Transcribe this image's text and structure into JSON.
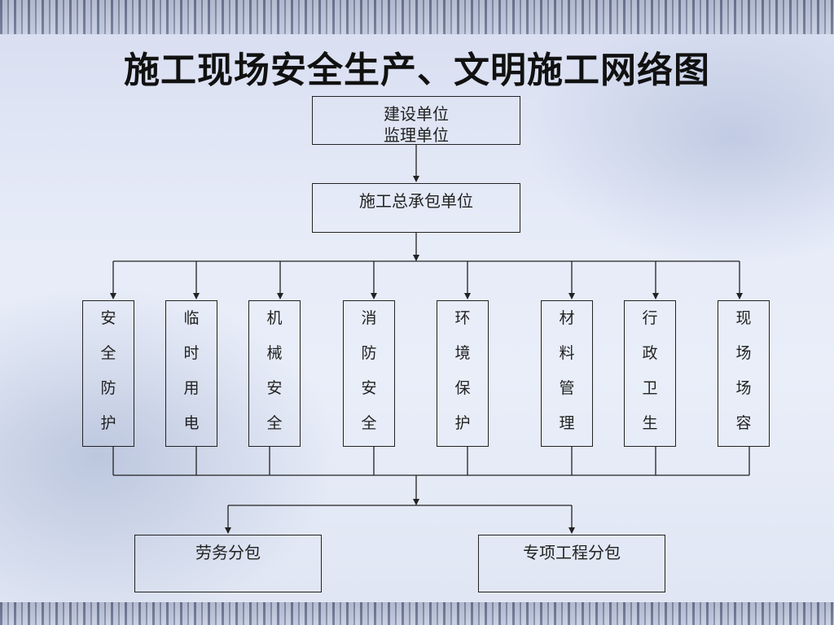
{
  "title": "施工现场安全生产、文明施工网络图",
  "top_box": {
    "line1": "建设单位",
    "line2": "监理单位"
  },
  "main_box": {
    "label": "施工总承包单位"
  },
  "departments": [
    {
      "chars": [
        "安",
        "全",
        "防",
        "护"
      ]
    },
    {
      "chars": [
        "临",
        "时",
        "用",
        "电"
      ]
    },
    {
      "chars": [
        "机",
        "械",
        "安",
        "全"
      ]
    },
    {
      "chars": [
        "消",
        "防",
        "安",
        "全"
      ]
    },
    {
      "chars": [
        "环",
        "境",
        "保",
        "护"
      ]
    },
    {
      "chars": [
        "材",
        "料",
        "管",
        "理"
      ]
    },
    {
      "chars": [
        "行",
        "政",
        "卫",
        "生"
      ]
    },
    {
      "chars": [
        "现",
        "场",
        "场",
        "容"
      ]
    }
  ],
  "subcontracts": [
    {
      "label": "劳务分包"
    },
    {
      "label": "专项工程分包"
    }
  ]
}
